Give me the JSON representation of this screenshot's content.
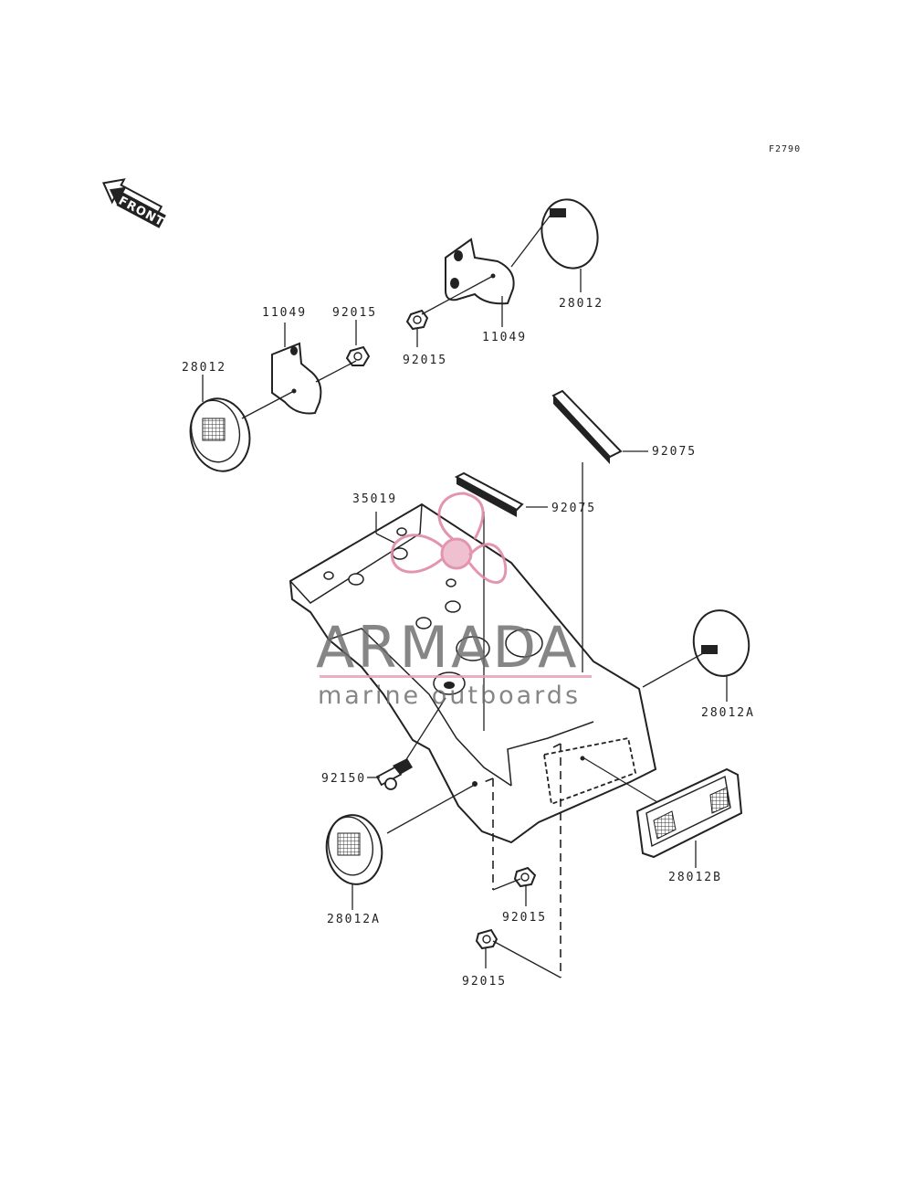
{
  "ref_code": "F2790",
  "front_arrow_text": "FRONT",
  "watermark": {
    "title": "ARMADA",
    "subtitle": "marine outboards",
    "logo_color": "#e08aa8",
    "line_color": "#e8a0b8"
  },
  "labels": {
    "l_11049_left": "11049",
    "l_92015_left": "92015",
    "l_28012_left": "28012",
    "l_92015_top": "92015",
    "l_11049_right": "11049",
    "l_28012_right": "28012",
    "l_92075_right": "92075",
    "l_92075_center": "92075",
    "l_35019": "35019",
    "l_28012A_right": "28012A",
    "l_92150": "92150",
    "l_28012B": "28012B",
    "l_28012A_left": "28012A",
    "l_92015_mid": "92015",
    "l_92015_bottom": "92015"
  }
}
